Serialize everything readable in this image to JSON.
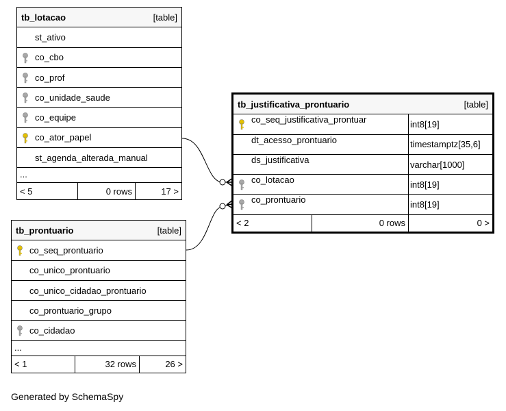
{
  "tables": {
    "lotacao": {
      "name": "tb_lotacao",
      "type": "[table]",
      "columns": [
        {
          "name": "st_ativo",
          "key": "none"
        },
        {
          "name": "co_cbo",
          "key": "foreign"
        },
        {
          "name": "co_prof",
          "key": "foreign"
        },
        {
          "name": "co_unidade_saude",
          "key": "foreign"
        },
        {
          "name": "co_equipe",
          "key": "foreign"
        },
        {
          "name": "co_ator_papel",
          "key": "primary"
        },
        {
          "name": "st_agenda_alterada_manual",
          "key": "none"
        }
      ],
      "ellipsis": "...",
      "footer": {
        "parents": "< 5",
        "rows": "0 rows",
        "children": "17 >"
      }
    },
    "prontuario": {
      "name": "tb_prontuario",
      "type": "[table]",
      "columns": [
        {
          "name": "co_seq_prontuario",
          "key": "primary"
        },
        {
          "name": "co_unico_prontuario",
          "key": "none"
        },
        {
          "name": "co_unico_cidadao_prontuario",
          "key": "none"
        },
        {
          "name": "co_prontuario_grupo",
          "key": "none"
        },
        {
          "name": "co_cidadao",
          "key": "foreign"
        }
      ],
      "ellipsis": "...",
      "footer": {
        "parents": "< 1",
        "rows": "32 rows",
        "children": "26 >"
      }
    },
    "justificativa": {
      "name": "tb_justificativa_prontuario",
      "type": "[table]",
      "columns": [
        {
          "name": "co_seq_justificativa_prontuar",
          "dtype": "int8[19]",
          "key": "primary"
        },
        {
          "name": "dt_acesso_prontuario",
          "dtype": "timestamptz[35,6]",
          "key": "none"
        },
        {
          "name": "ds_justificativa",
          "dtype": "varchar[1000]",
          "key": "none"
        },
        {
          "name": "co_lotacao",
          "dtype": "int8[19]",
          "key": "foreign"
        },
        {
          "name": "co_prontuario",
          "dtype": "int8[19]",
          "key": "foreign"
        }
      ],
      "footer": {
        "parents": "< 2",
        "rows": "0 rows",
        "children": "0 >"
      }
    }
  },
  "colors": {
    "primary_key": "#e6c200",
    "foreign_key": "#a8a8a8"
  },
  "generated_by": "Generated by SchemaSpy"
}
